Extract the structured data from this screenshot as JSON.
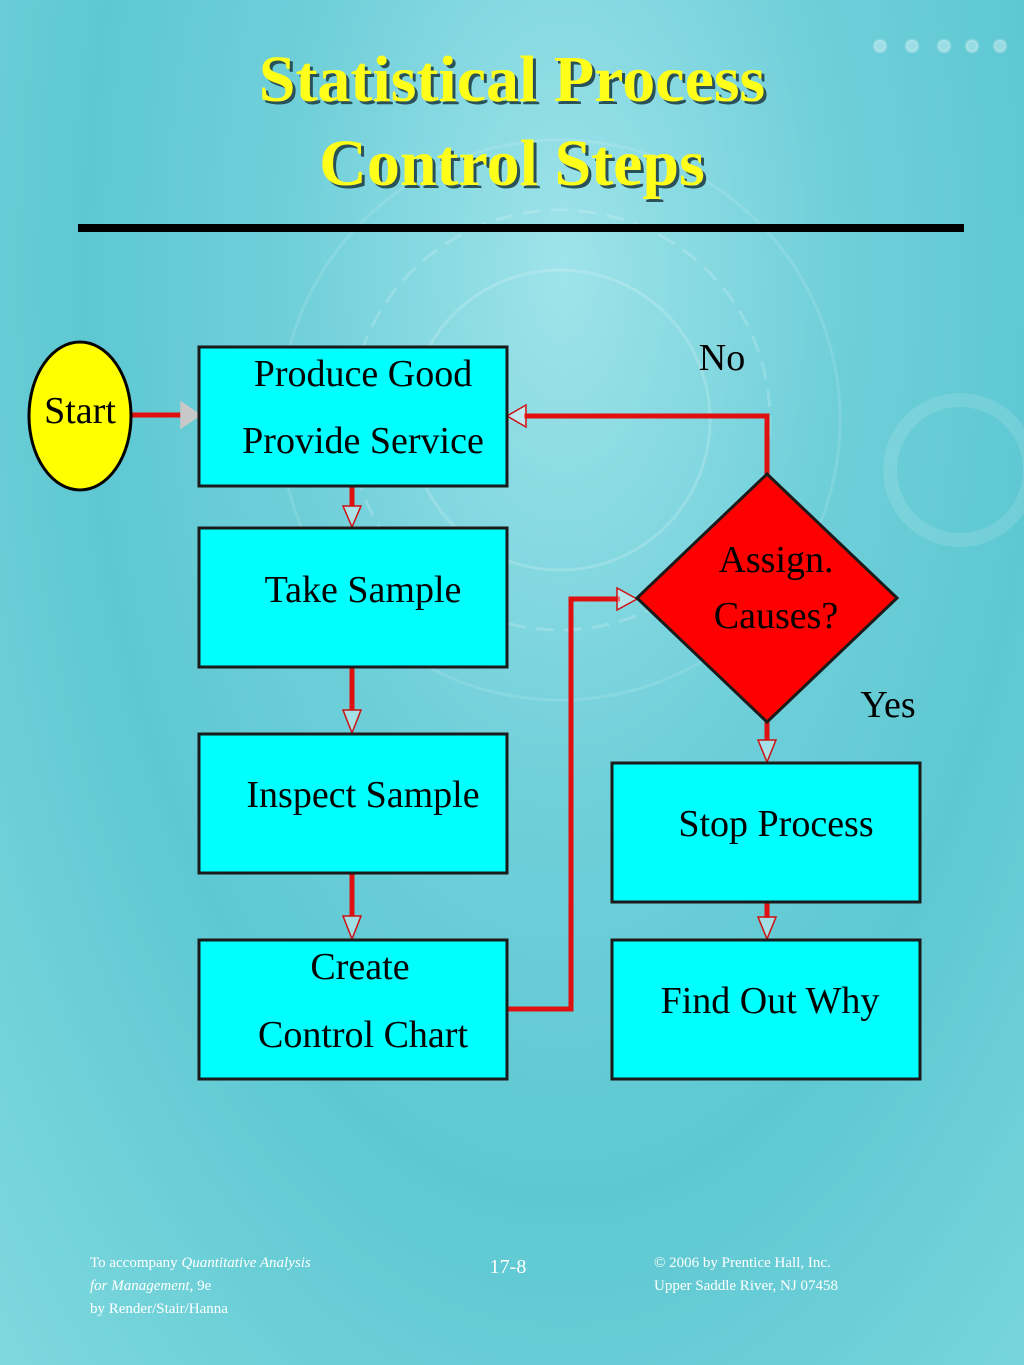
{
  "title": {
    "line1": "Statistical Process",
    "line2": "Control Steps"
  },
  "flowchart": {
    "start": "Start",
    "produce": {
      "line1": "Produce Good",
      "line2": "Provide Service"
    },
    "take_sample": "Take Sample",
    "inspect_sample": "Inspect Sample",
    "create_chart": {
      "line1": "Create",
      "line2": "Control Chart"
    },
    "decision": {
      "line1": "Assign.",
      "line2": "Causes?"
    },
    "no_label": "No",
    "yes_label": "Yes",
    "stop_process": "Stop Process",
    "find_out_why": "Find Out Why"
  },
  "footer": {
    "left_prefix": "To accompany ",
    "left_italic1": "Quantitative Analysis",
    "left_italic2": "for Management,",
    "left_edition": " 9e",
    "left_line3": "by Render/Stair/Hanna",
    "center": "17-8",
    "right_line1": "© 2006 by Prentice Hall, Inc.",
    "right_line2": "Upper Saddle River,  NJ 07458"
  },
  "colors": {
    "box_fill": "#00ffff",
    "start_fill": "#ffff00",
    "decision_fill": "#ff0000",
    "connector": "#e01010",
    "title": "#ffff1a"
  }
}
